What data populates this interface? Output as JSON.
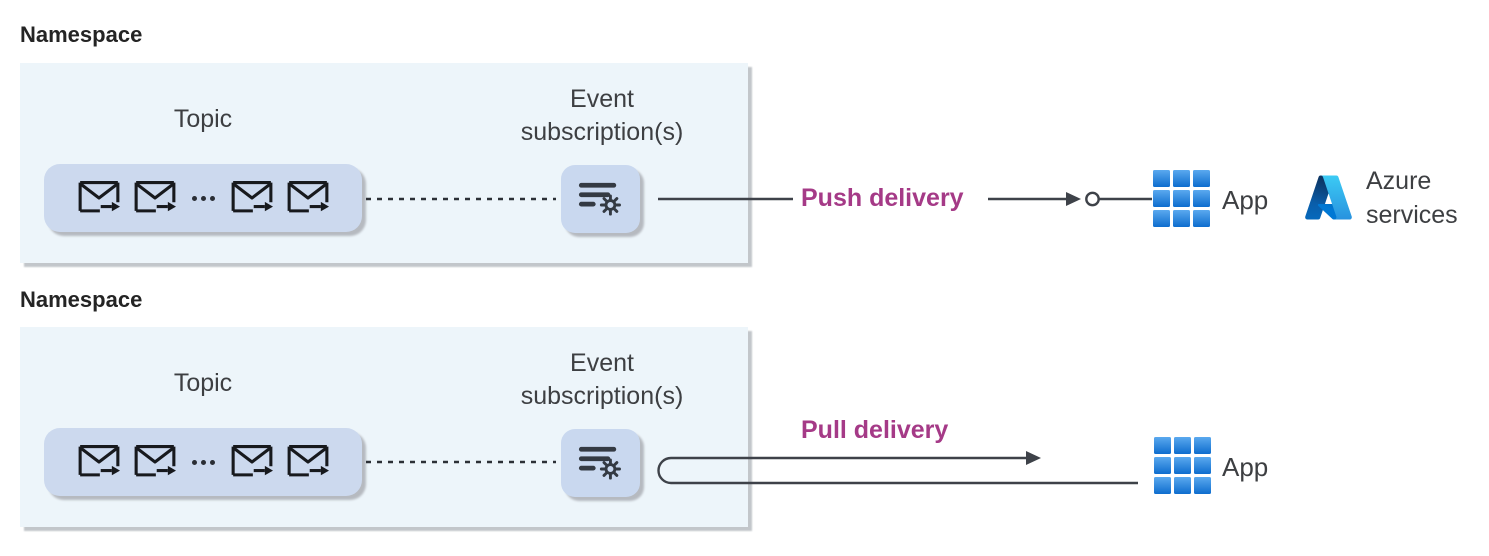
{
  "push_flow": {
    "namespace_label": "Namespace",
    "topic_label": "Topic",
    "event_subscription_label": "Event subscription(s)",
    "delivery_label": "Push delivery",
    "app_label": "App",
    "azure_services_label": "Azure services"
  },
  "pull_flow": {
    "namespace_label": "Namespace",
    "topic_label": "Topic",
    "event_subscription_label": "Event subscription(s)",
    "delivery_label": "Pull delivery",
    "app_label": "App"
  },
  "icons": {
    "event": "envelope-arrow-icon",
    "more_events": "ellipsis-dots-icon",
    "event_subscription": "filter-gear-icon",
    "app": "app-grid-icon",
    "azure": "azure-logo-icon"
  },
  "colors": {
    "accent_magenta": "#a53a87",
    "namespace_box_fill": "#edf5fa",
    "namespace_box_shadow": "#c2c6ca",
    "topic_pill_fill": "#ccd9ee",
    "subscription_box_fill": "#c9d8ef",
    "icon_dark": "#343a43",
    "line_color": "#3e4249",
    "app_grid_gradient_top": "#5ba9ef",
    "app_grid_gradient_bottom": "#0e6dce",
    "azure_left_gradient": [
      "#114a8b",
      "#0669bc"
    ],
    "azure_right_gradient": [
      "#3ccbf4",
      "#2892df"
    ],
    "azure_base": "#0078d4",
    "text_dark": "#3d3f42",
    "heading_dark": "#242424"
  }
}
